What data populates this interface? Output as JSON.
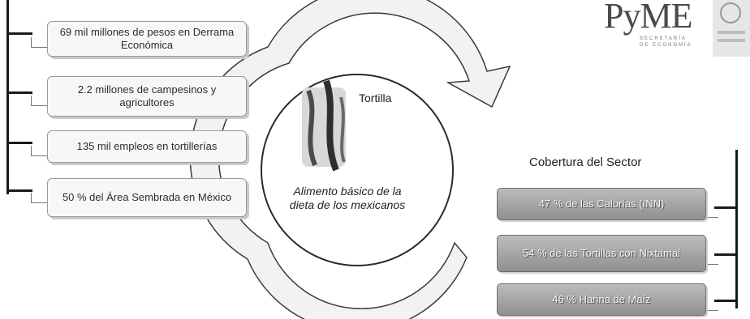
{
  "left_items": [
    {
      "text": "69 mil millones de pesos en Derrama Económica"
    },
    {
      "text": "2.2 millones de campesinos y agricultores"
    },
    {
      "text": "135 mil empleos en tortillerías"
    },
    {
      "text": "50 % del Área Sembrada en México"
    }
  ],
  "center": {
    "title": "Tortilla",
    "caption": "Alimento básico de la dieta de los mexicanos"
  },
  "coverage": {
    "heading": "Cobertura del Sector",
    "items": [
      {
        "text": "47 % de las Calorías (INN)"
      },
      {
        "text": "54 % de las Tortillas con Nixtamal"
      },
      {
        "text": "46 % Harina de Maíz"
      }
    ]
  },
  "logo": {
    "main": "PyME",
    "sub_line1": "SECRETARÍA",
    "sub_line2": "DE ECONOMÍA"
  },
  "colors": {
    "arrow_fill": "#f2f2f2",
    "arrow_stroke": "#3a3a3a",
    "coverage_box": "#a6a6a6"
  },
  "icons": {
    "tortilla_image": "tortilla-photo",
    "logo_mark": "secretaria-seal"
  }
}
